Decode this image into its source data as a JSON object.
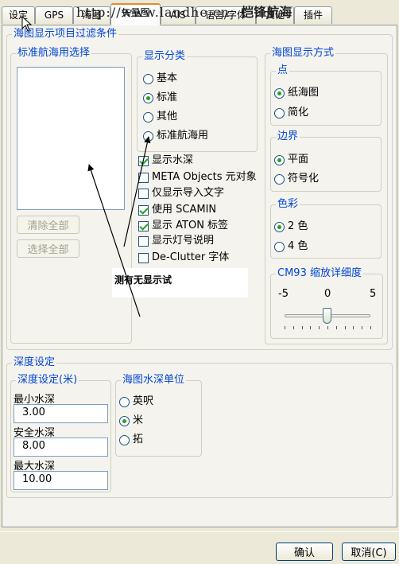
{
  "tabs": [
    "设定",
    "GPS",
    "海图",
    "矢量图",
    "AIS",
    "语言/字体",
    "其他",
    "插件"
  ],
  "watermark": {
    "url": "http://www.landhe.cn",
    "site": "恺锋航海"
  },
  "filter_group": {
    "title": "海图显示项目过滤条件",
    "standard_nav": {
      "title": "标准航海用选择",
      "clear_all": "清除全部",
      "select_all": "选择全部"
    },
    "display_category": {
      "title": "显示分类",
      "options": [
        "基本",
        "标准",
        "其他",
        "标准航海用"
      ],
      "selected": 1
    },
    "checks": [
      {
        "label": "显示水深",
        "checked": true
      },
      {
        "label": "META Objects 元对象",
        "checked": false
      },
      {
        "label": "仅显示导入文字",
        "checked": false
      },
      {
        "label": "使用 SCAMIN",
        "checked": true
      },
      {
        "label": "显示 ATON 标签",
        "checked": true
      },
      {
        "label": "显示灯号说明",
        "checked": false
      },
      {
        "label": "De-Clutter 字体",
        "checked": false
      }
    ],
    "note": "测有无显示试",
    "display_mode": {
      "title": "海图显示方式",
      "point": {
        "title": "点",
        "options": [
          "纸海图",
          "简化"
        ],
        "selected": 0
      },
      "boundary": {
        "title": "边界",
        "options": [
          "平面",
          "符号化"
        ],
        "selected": 0
      },
      "color": {
        "title": "色彩",
        "options": [
          "2 色",
          "4 色"
        ],
        "selected": 0
      },
      "cm93": {
        "title": "CM93 缩放详细度",
        "min_label": "-5",
        "mid_label": "0",
        "max_label": "5",
        "value": 0,
        "min": -5,
        "max": 5
      }
    }
  },
  "depth_group": {
    "title": "深度设定",
    "settings": {
      "title": "深度设定(米)",
      "fields": [
        {
          "label": "最小水深",
          "value": "3.00"
        },
        {
          "label": "安全水深",
          "value": "8.00"
        },
        {
          "label": "最大水深",
          "value": "10.00"
        }
      ]
    },
    "units": {
      "title": "海图水深单位",
      "options": [
        "英呎",
        "米",
        "拓"
      ],
      "selected": 1
    }
  },
  "footer": {
    "ok": "确认",
    "cancel": "取消(C)"
  }
}
